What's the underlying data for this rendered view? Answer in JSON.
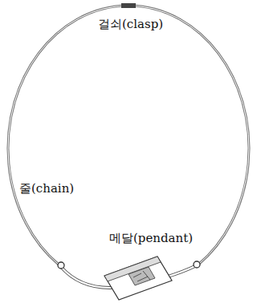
{
  "diagram": {
    "labels": [
      "걸쇠(clasp)",
      "줄(chain)",
      "메달(pendant)"
    ]
  }
}
